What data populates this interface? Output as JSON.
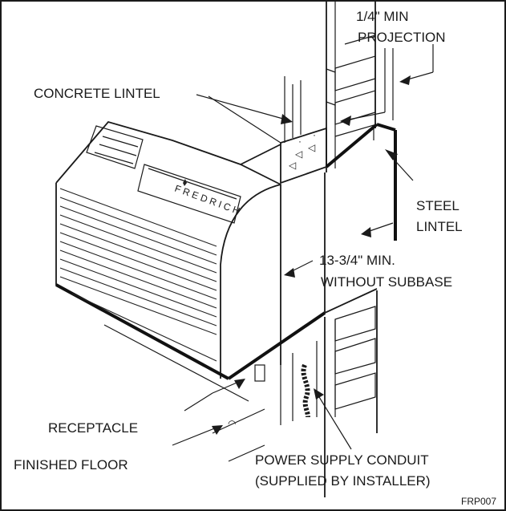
{
  "labels": {
    "min_projection_line1": "1/4\" MIN",
    "min_projection_line2": "PROJECTION",
    "concrete_lintel": "CONCRETE LINTEL",
    "steel_lintel_line1": "STEEL",
    "steel_lintel_line2": "LINTEL",
    "min_depth_line1": "13-3/4\" MIN.",
    "min_depth_line2": "WITHOUT SUBBASE",
    "receptacle": "RECEPTACLE",
    "finished_floor": "FINISHED FLOOR",
    "power_conduit_line1": "POWER SUPPLY CONDUIT",
    "power_conduit_line2": "(SUPPLIED BY INSTALLER)",
    "figure_code": "FRP007"
  },
  "colors": {
    "ink": "#1a1a1a",
    "background": "#ffffff"
  }
}
